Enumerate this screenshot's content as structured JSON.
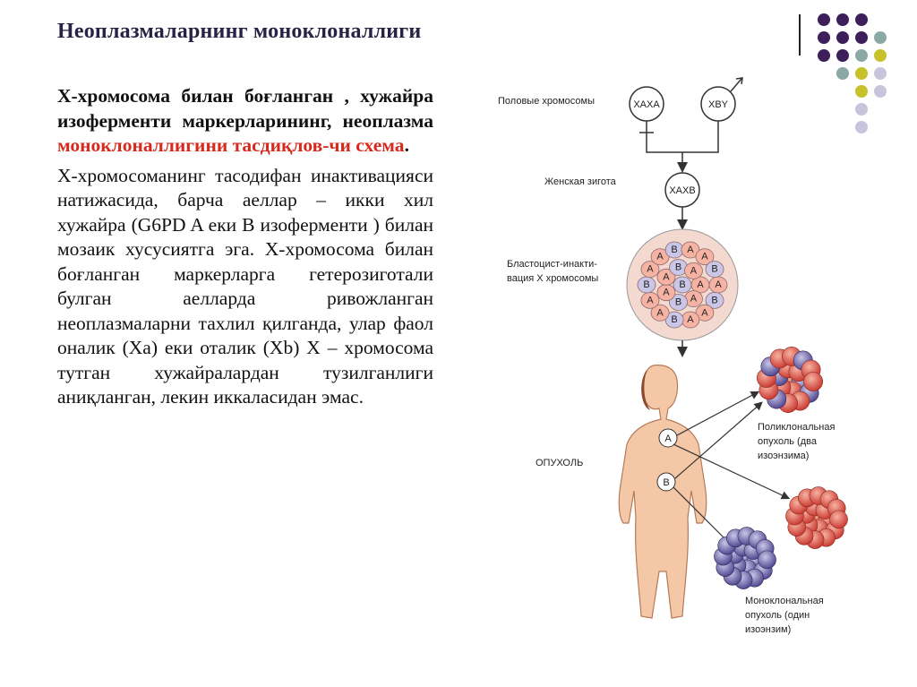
{
  "slide": {
    "title": "Неоплазмаларнинг моноклоналлиги"
  },
  "text": {
    "para1_bold": "X-хромосома билан боғланган , хужайра изоферменти маркерларининг, неоплазма ",
    "para1_red": "моноклоналлигини тасдиқлов-чи схема",
    "para1_end": ".",
    "para2": "X-хромосоманинг тасодифан инактивацияси натижасида, барча аеллар – икки хил хужайра (G6PD A еки B изоферменти ) билан мозаик хусусиятга эга. X-хромосома билан боғланган маркерларга гетерозиготали булган аелларда ривожланган неоплазмаларни тахлил қилганда, улар фаол оналик (Xa) еки оталик (Xb) X – хромосома тутган хужайралардан тузилганлиги аниқланган, лекин иккаласидан эмас."
  },
  "figure": {
    "label_sex_chromosomes": "Половые хромосомы",
    "label_zygote": "Женская зигота",
    "label_blastocyst_1": "Бластоцист-инакти-",
    "label_blastocyst_2": "вация X хромосомы",
    "label_tumor": "ОПУХОЛЬ",
    "label_poly_1": "Поликлональная",
    "label_poly_2": "опухоль (два",
    "label_poly_3": "изоэнзима)",
    "label_mono_1": "Моноклональная",
    "label_mono_2": "опухоль (один",
    "label_mono_3": "изоэнзим)",
    "female_chrom": "XAXA",
    "male_chrom": "XBY",
    "zygote_chrom": "XAXB",
    "cell_a": "A",
    "cell_b": "B"
  },
  "colors": {
    "title": "#2a2245",
    "highlight": "#d62a1e",
    "dot_purple": "#3d1f5a",
    "dot_teal": "#8aa9a5",
    "dot_olive": "#c7c22a",
    "dot_lavender": "#c9c3dc"
  }
}
